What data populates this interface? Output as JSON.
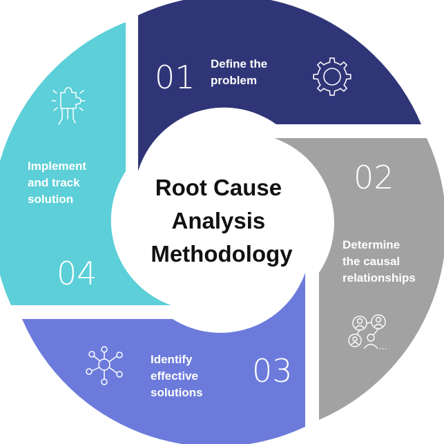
{
  "center": {
    "lines": [
      "Root Cause",
      "Analysis",
      "Methodology"
    ]
  },
  "steps": [
    {
      "number": "01",
      "label_lines": [
        "Define the",
        "problem"
      ],
      "color": "#2f3577",
      "icon": "gear-icon"
    },
    {
      "number": "02",
      "label_lines": [
        "Determine",
        "the causal",
        "relationships"
      ],
      "color": "#a2a2a2",
      "icon": "people-network-icon"
    },
    {
      "number": "03",
      "label_lines": [
        "Identify",
        "effective",
        "solutions"
      ],
      "color": "#6c7bdb",
      "icon": "network-hub-icon"
    },
    {
      "number": "04",
      "label_lines": [
        "Implement",
        "and track",
        "solution"
      ],
      "color": "#5ccfd8",
      "icon": "puzzle-hand-icon"
    }
  ]
}
